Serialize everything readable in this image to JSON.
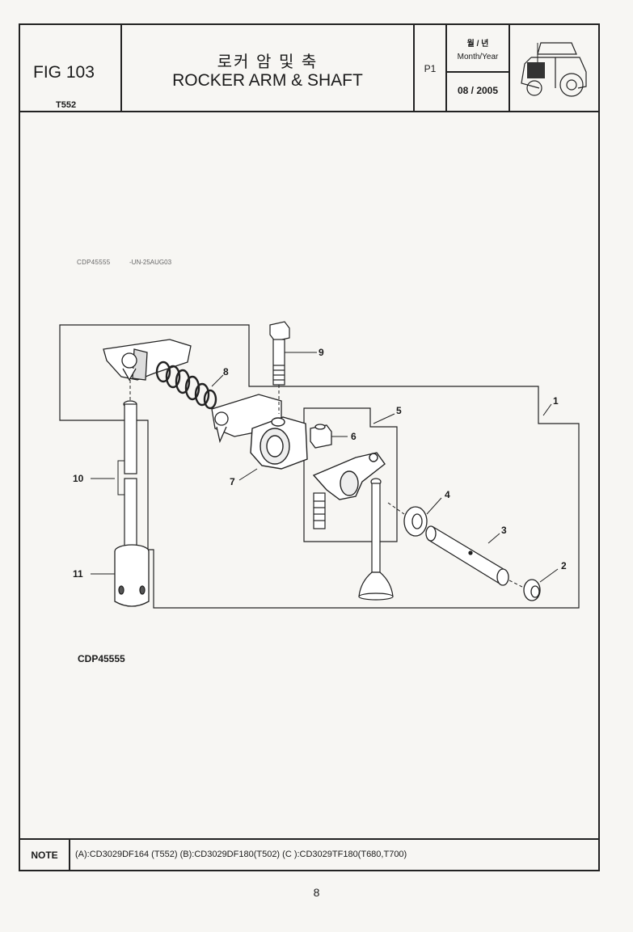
{
  "header": {
    "fig_label": "FIG 103",
    "model": "T552",
    "title_ko": "로커 암 및 축",
    "title_en": "ROCKER ARM & SHAFT",
    "page_code": "P1",
    "date_label_ko": "월 / 년",
    "date_label_en": "Month/Year",
    "date_value": "08 / 2005"
  },
  "diagram": {
    "small_code_1": "CDP45555",
    "small_code_2": "-UN-25AUG03",
    "image_code": "CDP45555",
    "callouts": [
      "1",
      "2",
      "3",
      "4",
      "5",
      "6",
      "7",
      "8",
      "9",
      "10",
      "11"
    ]
  },
  "note": {
    "label": "NOTE",
    "text": "(A):CD3029DF164 (T552)  (B):CD3029DF180(T502)  (C ):CD3029TF180(T680,T700)"
  },
  "page_number": "8",
  "colors": {
    "line": "#222222",
    "background": "#f7f6f3",
    "tractor_cab": "#333333"
  }
}
